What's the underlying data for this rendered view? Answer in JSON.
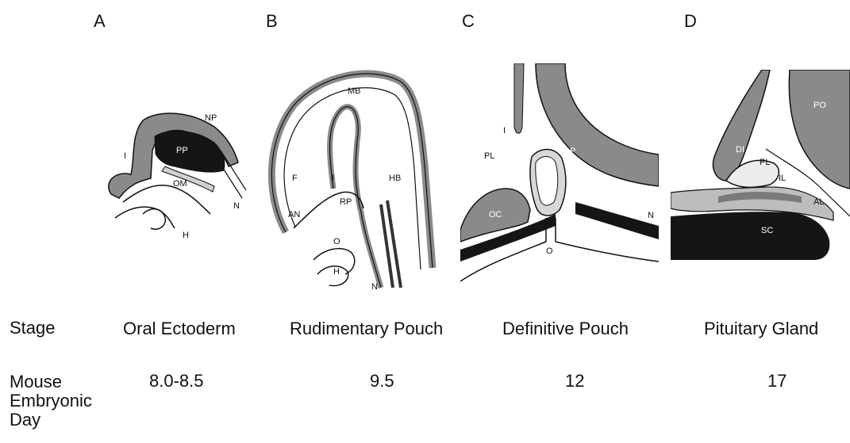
{
  "panels": [
    {
      "letter": "A",
      "labels": {
        "NP": "NP",
        "PP": "PP",
        "I": "I",
        "OM": "OM",
        "N": "N",
        "H": "H"
      }
    },
    {
      "letter": "B",
      "labels": {
        "MB": "MB",
        "F": "F",
        "I": "I",
        "HB": "HB",
        "AN": "AN",
        "RP": "RP",
        "O": "O",
        "H": "H",
        "N": "N"
      }
    },
    {
      "letter": "C",
      "labels": {
        "I": "I",
        "PL": "PL",
        "P": "P",
        "OC": "OC",
        "N": "N",
        "O": "O"
      }
    },
    {
      "letter": "D",
      "labels": {
        "PO": "PO",
        "DI": "DI",
        "PL": "PL",
        "IL": "IL",
        "AL": "AL",
        "SC": "SC"
      }
    }
  ],
  "table": {
    "stage_label": "Stage",
    "day_label_lines": [
      "Mouse",
      "Embryonic",
      "Day"
    ],
    "stages": [
      "Oral Ectoderm",
      "Rudimentary Pouch",
      "Definitive Pouch",
      "Pituitary Gland"
    ],
    "days": [
      "8.0-8.5",
      "9.5",
      "12",
      "17"
    ]
  },
  "colors": {
    "tissue_gray": "#8a8a8a",
    "tissue_dark": "#1a1a1a",
    "outline": "#111111",
    "light_gray": "#c9c9c9"
  }
}
